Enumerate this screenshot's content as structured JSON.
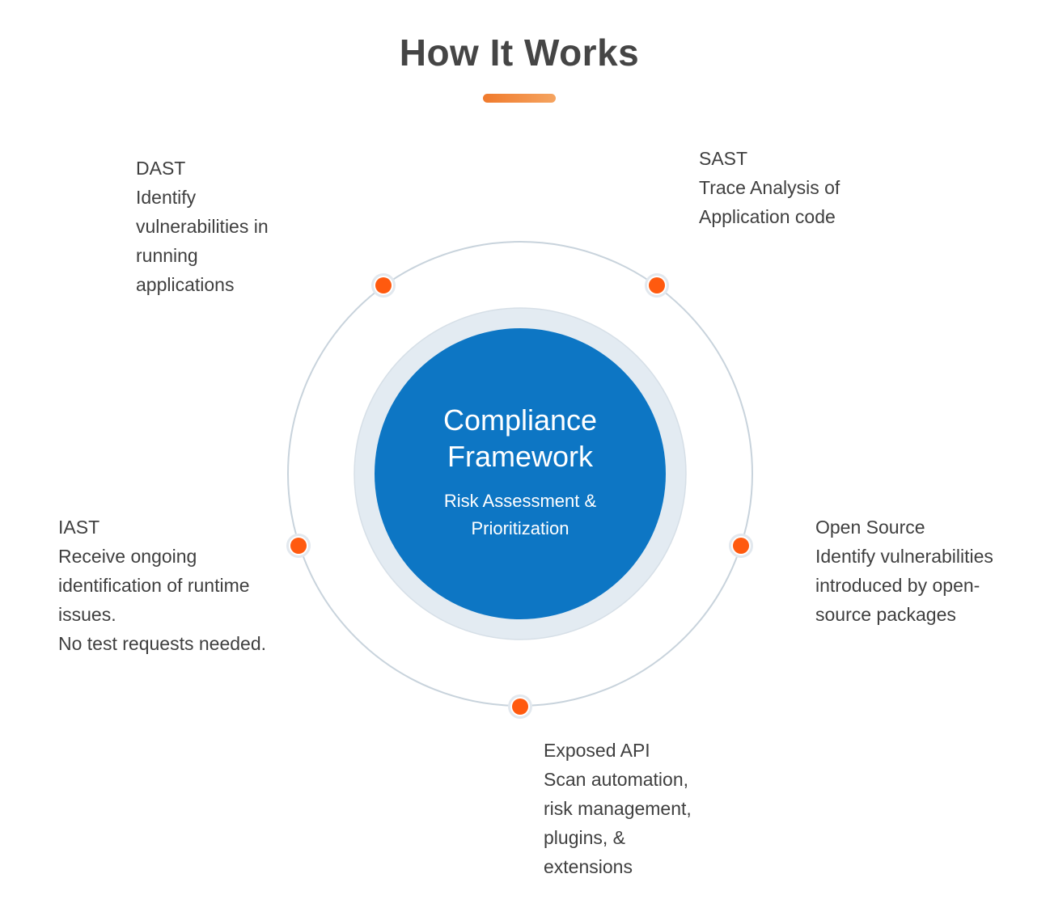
{
  "page": {
    "title": "How It Works"
  },
  "colors": {
    "accent": "#f07a2c",
    "node_dot": "#ff5a0f",
    "center_fill": "#0d76c4",
    "center_ring": "#e3ebf2",
    "orbit_stroke": "#c8d3dc"
  },
  "center": {
    "title": "Compliance Framework",
    "subtitle": "Risk Assessment & Prioritization"
  },
  "items": [
    {
      "name": "DAST",
      "lines": [
        "Identify",
        "vulnerabilities in",
        "running",
        "applications"
      ]
    },
    {
      "name": "SAST",
      "lines": [
        "Trace Analysis of",
        "Application code"
      ]
    },
    {
      "name": "IAST",
      "lines": [
        "Receive ongoing",
        "identification of runtime",
        "issues.",
        "No test requests needed."
      ]
    },
    {
      "name": "Open Source",
      "lines": [
        "Identify vulnerabilities",
        "introduced by open-",
        "source packages"
      ]
    },
    {
      "name": "Exposed API",
      "lines": [
        "Scan automation,",
        "risk management,",
        "plugins, &",
        "extensions"
      ]
    }
  ]
}
